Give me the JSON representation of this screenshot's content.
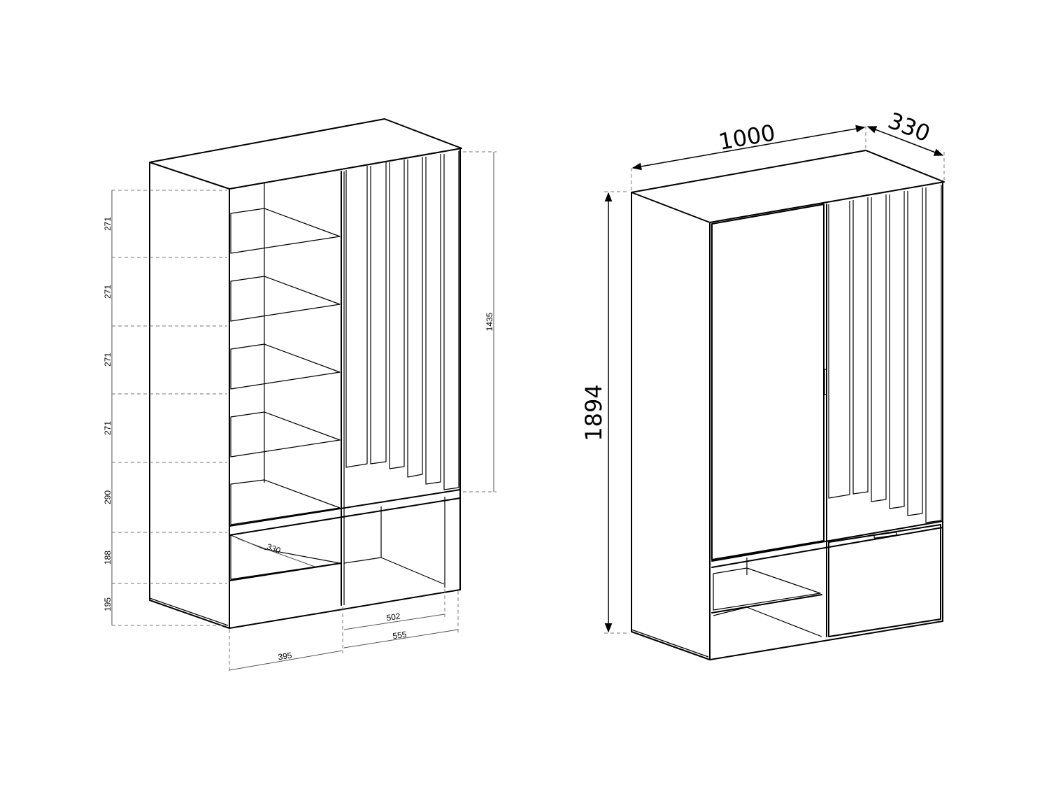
{
  "left_view": {
    "shelf_spacings": [
      "271",
      "271",
      "271",
      "271",
      "290",
      "188",
      "195"
    ],
    "right_height": "1435",
    "inner_depth": "330",
    "width_left": "395",
    "width_right_inner": "502",
    "width_right_outer": "555"
  },
  "right_view": {
    "width": "1000",
    "depth": "330",
    "height": "1894"
  }
}
